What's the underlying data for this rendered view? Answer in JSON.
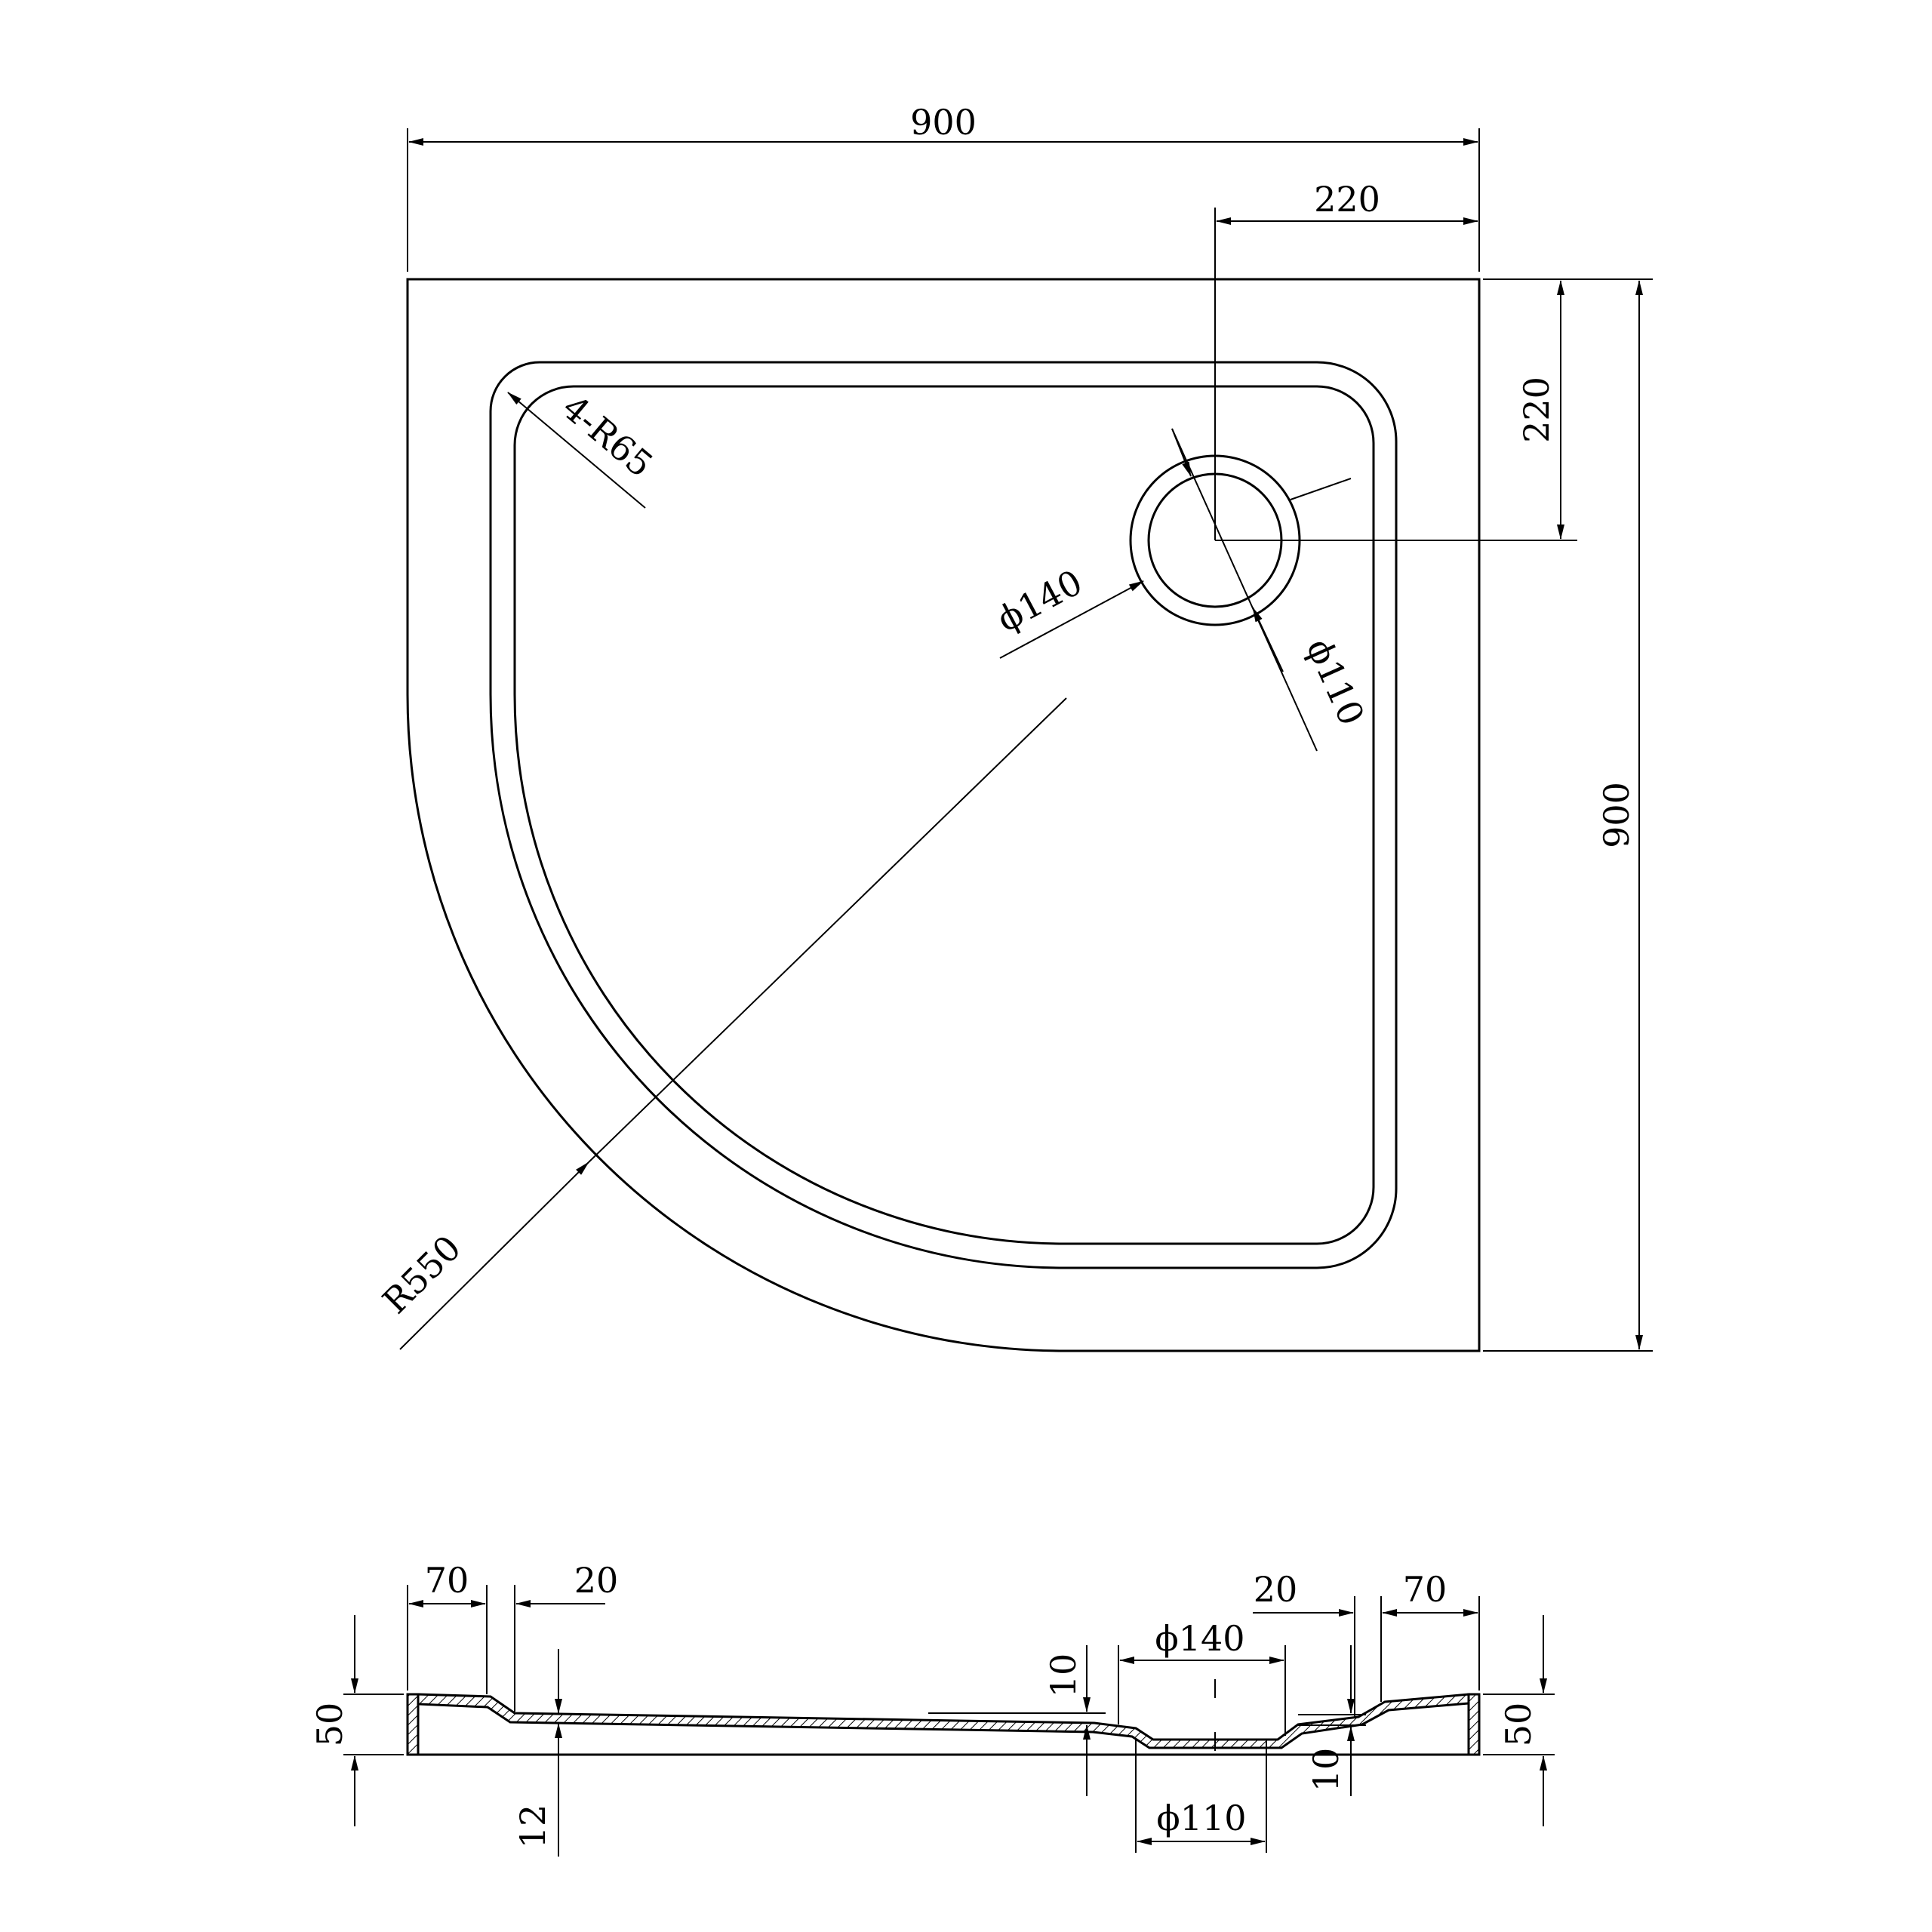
{
  "colors": {
    "line": "#000000",
    "background": "#ffffff"
  },
  "plan_view": {
    "width_label": "900",
    "height_label": "900",
    "drain_offset_x_label": "220",
    "drain_offset_y_label": "220",
    "corner_radius_label": "4-R65",
    "arc_radius_label": "R550",
    "drain_outer_diameter_label": "ϕ140",
    "drain_inner_diameter_label": "ϕ110"
  },
  "section_view": {
    "left_rim_label": "70",
    "left_slope_label": "20",
    "right_slope_label": "20",
    "right_rim_label": "70",
    "left_height_label": "50",
    "right_height_label": "50",
    "floor_thickness_label": "12",
    "drop_left_label": "10",
    "drop_right_label": "10",
    "drain_outer_label": "ϕ140",
    "drain_inner_label": "ϕ110"
  }
}
